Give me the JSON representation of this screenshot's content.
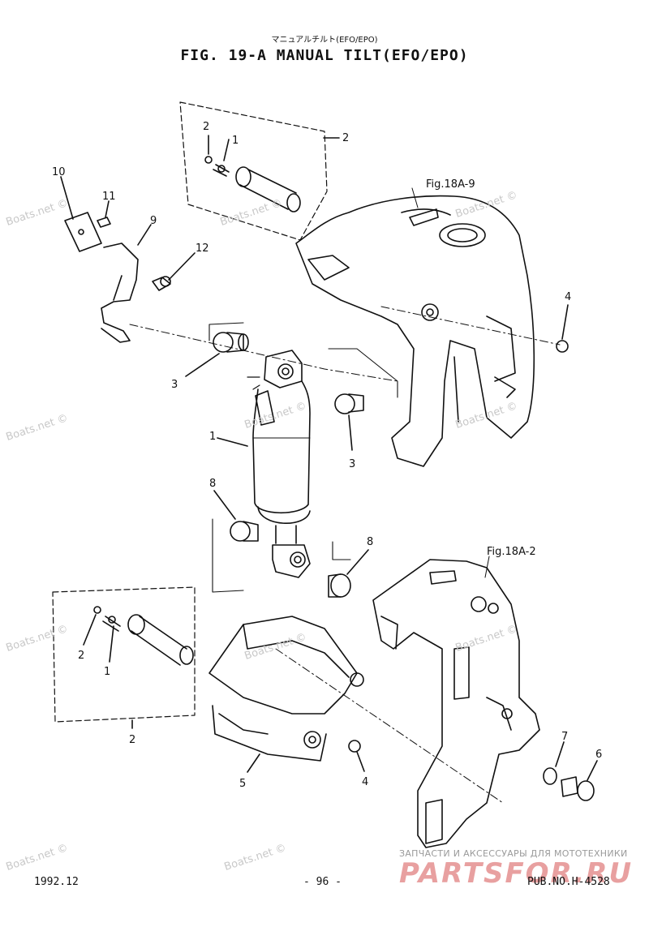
{
  "header": {
    "subtitle_jp": "マニュアルチルト(EFO/EPO)",
    "title": "FIG. 19-A MANUAL TILT(EFO/EPO)"
  },
  "callouts": {
    "c1_top": "1",
    "c2_top_a": "2",
    "c2_top_b": "2",
    "c10": "10",
    "c11": "11",
    "c9": "9",
    "c12": "12",
    "c3_left": "3",
    "c3_right": "3",
    "c1_mid": "1",
    "c4_top": "4",
    "c8_left": "8",
    "c8_right": "8",
    "c2_bot_a": "2",
    "c1_bot": "1",
    "c2_bot_b": "2",
    "c5": "5",
    "c4_bot": "4",
    "c7": "7",
    "c6": "6"
  },
  "refs": {
    "fig_top": "Fig.18A-9",
    "fig_bottom": "Fig.18A-2"
  },
  "footer": {
    "date": "1992.12",
    "page": "- 96 -",
    "pub": "PUB.NO.H-4528"
  },
  "watermarks": {
    "text": "Boats.net ©"
  },
  "brand": {
    "tagline": "ЗАПЧАСТИ И АКСЕССУАРЫ ДЛЯ МОТОТЕХНИКИ",
    "name": "PARTSFOR.RU"
  }
}
